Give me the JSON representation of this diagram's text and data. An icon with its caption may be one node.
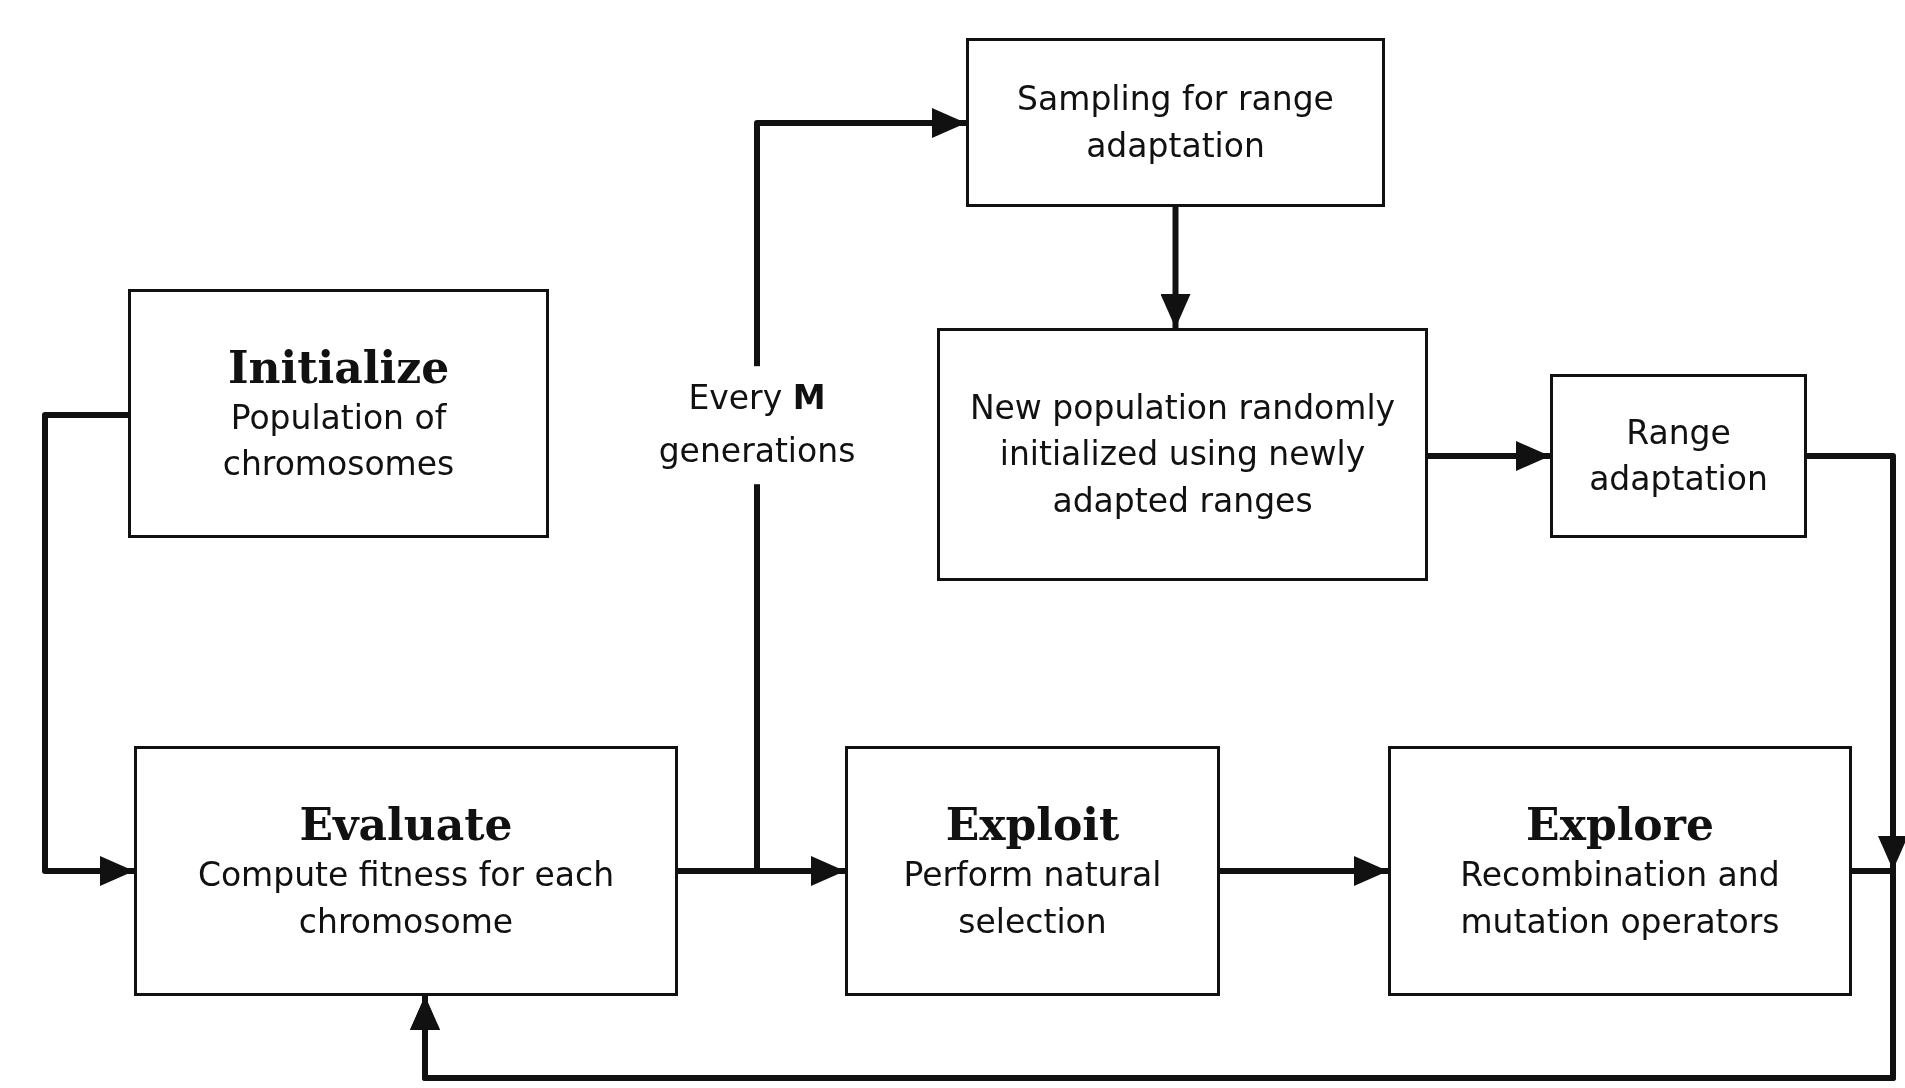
{
  "diagram": {
    "nodes": [
      {
        "text": [
          "Initialize",
          "Population of chromosomes"
        ]
      },
      {
        "text": [
          "Evaluate",
          "Compute fitness for each chromosome"
        ]
      },
      {
        "text": [
          "Exploit",
          "Perform natural selection"
        ]
      },
      {
        "text": [
          "Explore",
          "Recombination and mutation operators"
        ]
      },
      {
        "text": [
          "Sampling for range adaptation"
        ]
      },
      {
        "text": [
          "New population randomly initialized using newly adapted ranges"
        ]
      },
      {
        "text": [
          "Range adaptation"
        ]
      }
    ],
    "edges": [
      {
        "from": 0,
        "to": 1,
        "arrow": "to"
      },
      {
        "from": 1,
        "to": 2,
        "arrow": "to"
      },
      {
        "from": 1,
        "to": 4,
        "arrow": "to",
        "label": "Every **M** generations"
      },
      {
        "from": 4,
        "to": 5,
        "arrow": "to"
      },
      {
        "from": 5,
        "to": 6,
        "arrow": "to"
      },
      {
        "from": 2,
        "to": 3,
        "arrow": "to"
      },
      {
        "from": 3,
        "to": 1,
        "arrow": "to"
      },
      {
        "from": 6,
        "to": 1,
        "arrow": "to"
      }
    ]
  }
}
